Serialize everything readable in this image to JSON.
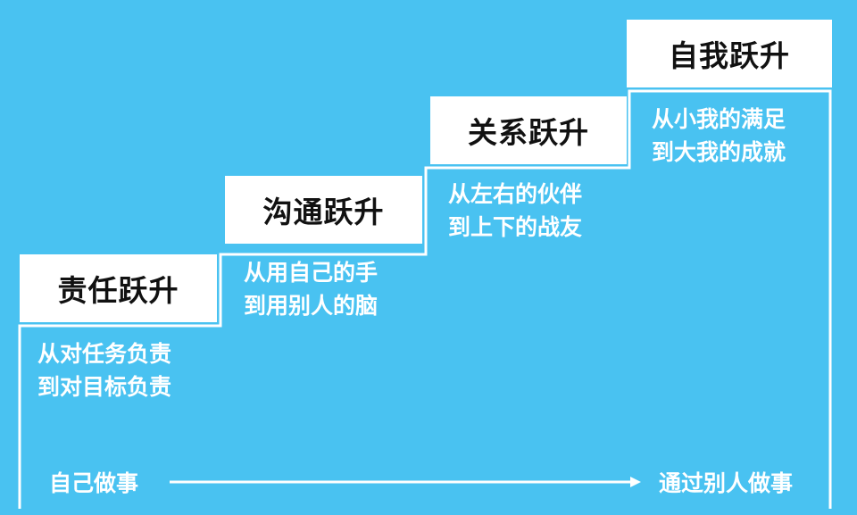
{
  "steps": [
    {
      "title": "责任跃升",
      "line1": "从对任务负责",
      "line2": "到对目标负责"
    },
    {
      "title": "沟通跃升",
      "line1": "从用自己的手",
      "line2": "到用别人的脑"
    },
    {
      "title": "关系跃升",
      "line1": "从左右的伙伴",
      "line2": "到上下的战友"
    },
    {
      "title": "自我跃升",
      "line1": "从小我的满足",
      "line2": "到大我的成就"
    }
  ],
  "axis": {
    "start_label": "自己做事",
    "end_label": "通过别人做事"
  },
  "colors": {
    "background": "#49c2f1",
    "box": "#ffffff",
    "text_dark": "#111111",
    "text_light": "#ffffff",
    "line": "#ffffff"
  }
}
